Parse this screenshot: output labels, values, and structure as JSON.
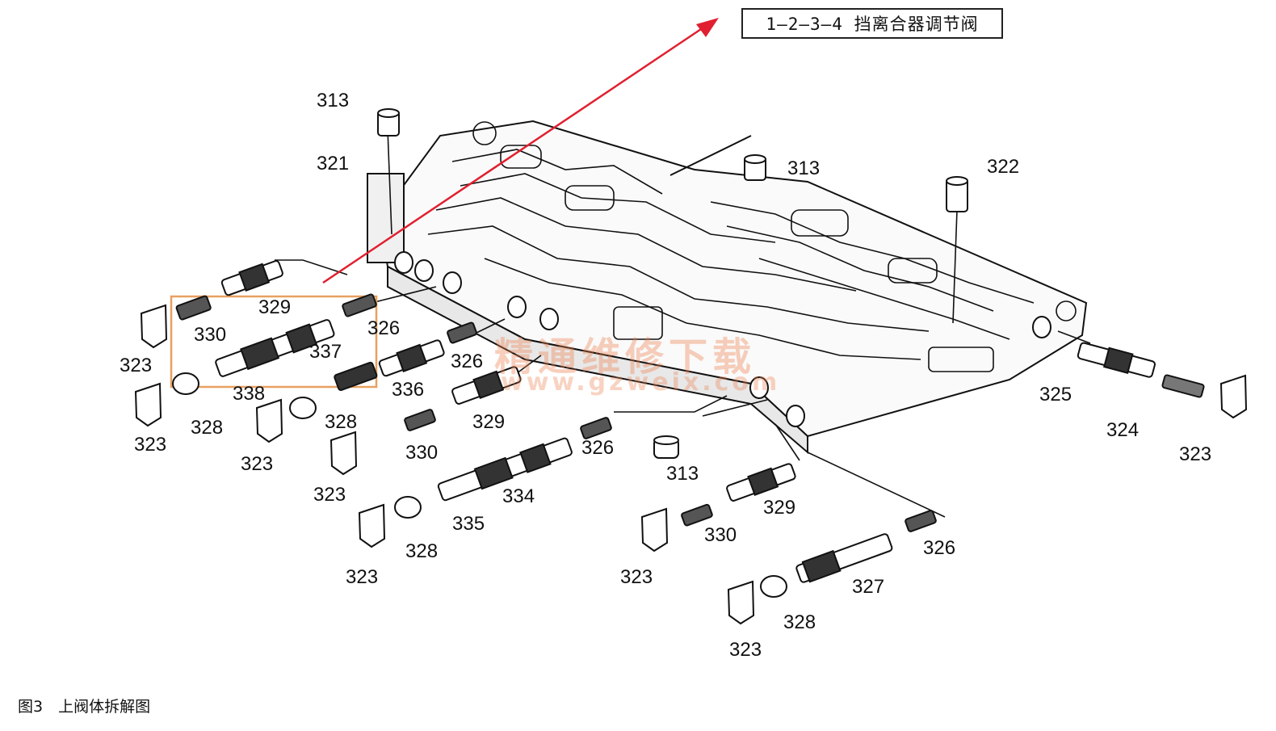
{
  "callout": {
    "text": "1—2—3—4 挡离合器调节阀"
  },
  "caption": {
    "text": "图3　上阀体拆解图"
  },
  "watermark": {
    "cn": "精通维修下载",
    "url": "www.gzweix.com"
  },
  "part_labels": {
    "l313a": "313",
    "l313b": "313",
    "l313c": "313",
    "l321": "321",
    "l322": "322",
    "l329a": "329",
    "l329b": "329",
    "l329c": "329",
    "l330a": "330",
    "l330b": "330",
    "l330c": "330",
    "l326a": "326",
    "l326b": "326",
    "l326c": "326",
    "l326d": "326",
    "l337": "337",
    "l338": "338",
    "l336": "336",
    "l334": "334",
    "l335": "335",
    "l327": "327",
    "l323a": "323",
    "l323b": "323",
    "l323c": "323",
    "l323d": "323",
    "l323e": "323",
    "l323f": "323",
    "l323g": "323",
    "l323h": "323",
    "l328a": "328",
    "l328b": "328",
    "l328c": "328",
    "l328d": "328",
    "l325": "325",
    "l324": "324"
  },
  "colors": {
    "arrow": "#e02030",
    "highlight_box": "#e8a060",
    "line": "#111111",
    "watermark": "#ec8250"
  }
}
